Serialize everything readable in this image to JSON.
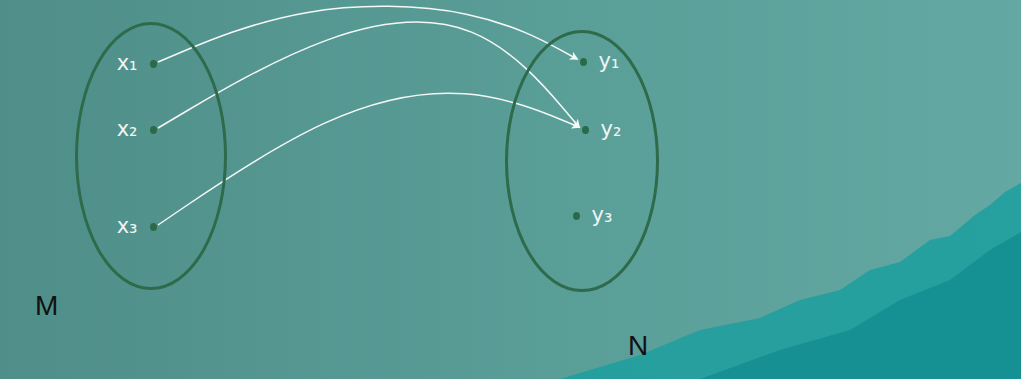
{
  "diagram": {
    "nodes": [
      {
        "text": [
          "M"
        ]
      },
      {
        "text": [
          "x₁"
        ],
        "in": 0
      },
      {
        "text": [
          "x₂"
        ],
        "in": 0
      },
      {
        "text": [
          "x₃"
        ],
        "in": 0
      },
      {
        "text": [
          "N"
        ]
      },
      {
        "text": [
          "y₁"
        ],
        "in": 4
      },
      {
        "text": [
          "y₂"
        ],
        "in": 4
      },
      {
        "text": [
          "y₃"
        ],
        "in": 4
      }
    ],
    "edges": [
      {
        "from": 1,
        "to": 5,
        "arrow": "to"
      },
      {
        "from": 2,
        "to": 6,
        "arrow": "to"
      },
      {
        "from": 3,
        "to": 6,
        "arrow": "to"
      }
    ]
  }
}
